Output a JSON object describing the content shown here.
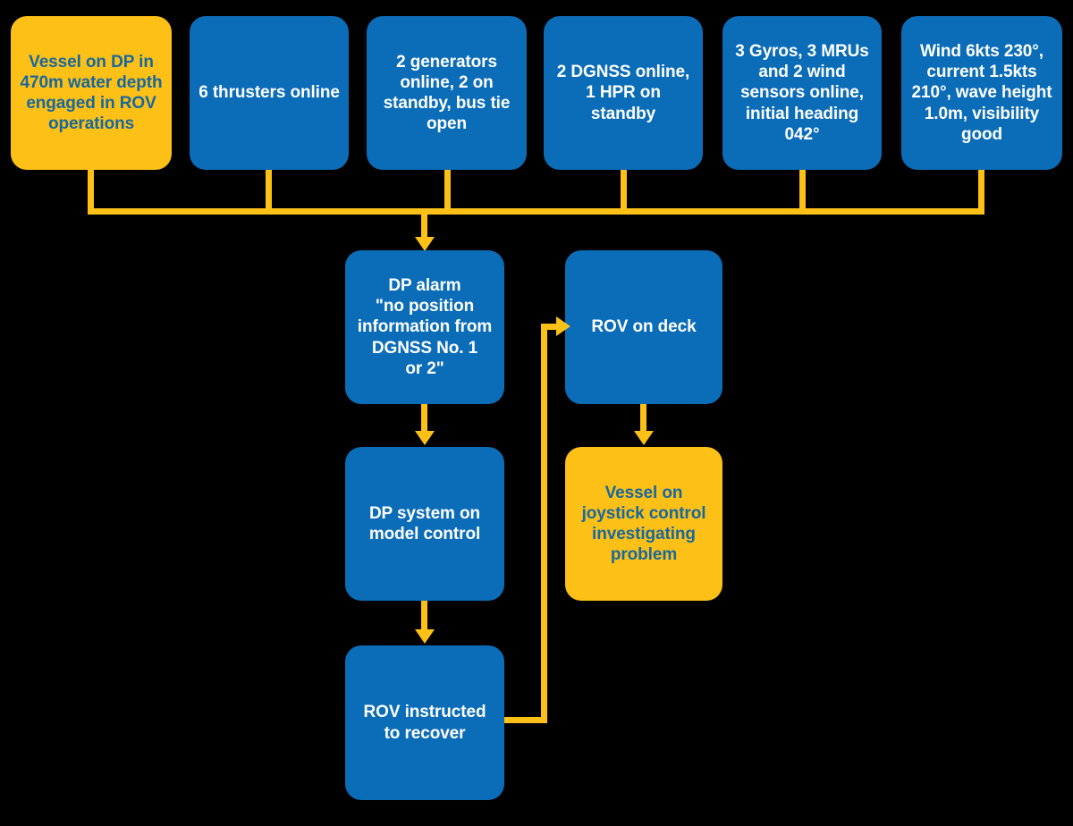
{
  "diagram": {
    "title": "DP incident sequence flowchart",
    "colors": {
      "background": "#000000",
      "blue_fill": "#0B6CB8",
      "blue_text": "#FFFFFF",
      "yellow_fill": "#FCC016",
      "yellow_text": "#18689E",
      "connector": "#FCC016"
    },
    "nodes": {
      "initial_state": "Vessel on DP in 470m water depth engaged in ROV operations",
      "thrusters": "6 thrusters online",
      "generators": "2 generators online, 2 on standby, bus tie open",
      "position_refs": "2 DGNSS online, 1 HPR on standby",
      "sensors": "3 Gyros, 3 MRUs and 2 wind sensors online, initial heading 042°",
      "environment": "Wind 6kts 230°, current 1.5kts 210°, wave height 1.0m, visibility good",
      "dp_alarm": "DP alarm\n\"no position information from\nDGNSS No. 1\nor 2\"",
      "rov_on_deck": "ROV on deck",
      "model_control": "DP system on model control",
      "joystick_control": "Vessel on joystick control investigating problem",
      "rov_recover": "ROV instructed to recover"
    }
  }
}
